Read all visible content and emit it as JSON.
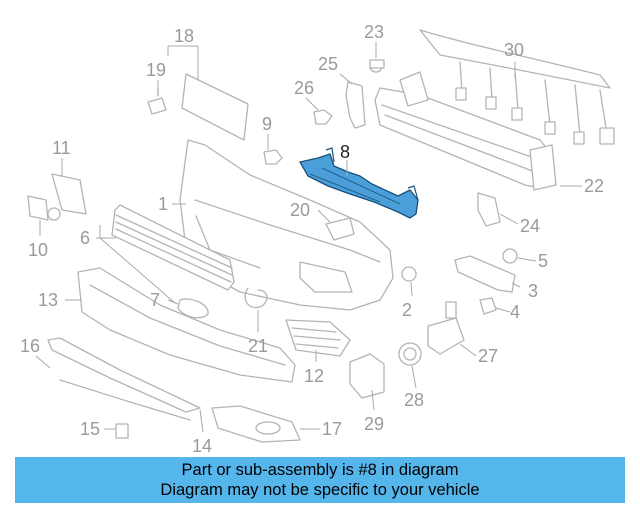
{
  "highlight_color": "#4a9fd8",
  "banner_color": "#55b6ec",
  "banner": {
    "line1": "Part or sub-assembly is #8 in diagram",
    "line2": "Diagram may not be specific to your vehicle"
  },
  "callouts": {
    "c1": "1",
    "c2": "2",
    "c3": "3",
    "c4": "4",
    "c5": "5",
    "c6": "6",
    "c7": "7",
    "c8": "8",
    "c9": "9",
    "c10": "10",
    "c11": "11",
    "c12": "12",
    "c13": "13",
    "c14": "14",
    "c15": "15",
    "c16": "16",
    "c17": "17",
    "c18": "18",
    "c19": "19",
    "c20": "20",
    "c21": "21",
    "c22": "22",
    "c23": "23",
    "c24": "24",
    "c25": "25",
    "c26": "26",
    "c27": "27",
    "c28": "28",
    "c29": "29",
    "c30": "30"
  }
}
